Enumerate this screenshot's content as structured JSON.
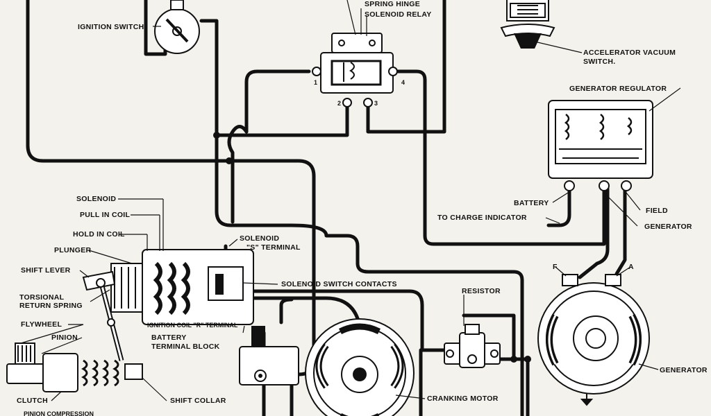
{
  "labels": {
    "ignition_switch": "IGNITION SWITCH",
    "spring_hinge": "SPRING HINGE",
    "solenoid_relay": "SOLENOID RELAY",
    "accelerator_vacuum_1": "ACCELERATOR VACUUM",
    "accelerator_vacuum_2": "SWITCH.",
    "generator_regulator": "GENERATOR REGULATOR",
    "battery": "BATTERY",
    "field": "FIELD",
    "to_charge_indicator": "TO CHARGE INDICATOR",
    "generator_terminal": "GENERATOR",
    "solenoid": "SOLENOID",
    "pull_in_coil": "PULL IN COIL",
    "hold_in_coil": "HOLD IN COIL",
    "plunger": "PLUNGER",
    "shift_lever": "SHIFT LEVER",
    "torsional_1": "TORSIONAL",
    "torsional_2": "RETURN SPRING",
    "flywheel": "FLYWHEEL",
    "pinion": "PINION",
    "clutch": "CLUTCH",
    "pinion_compression": "PINION COMPRESSION",
    "solenoid_s_1": "SOLENOID",
    "solenoid_s_2": "\"S\" TERMINAL",
    "solenoid_switch_contacts": "SOLENOID SWITCH CONTACTS",
    "ignition_coil_r": "IGNITION COIL \"R\" TERMINAL",
    "battery_terminal_1": "BATTERY",
    "battery_terminal_2": "TERMINAL BLOCK",
    "shift_collar": "SHIFT COLLAR",
    "resistor": "RESISTOR",
    "cranking_motor": "CRANKING MOTOR",
    "generator": "GENERATOR",
    "gen_f": "F",
    "gen_a": "A",
    "relay_t1": "1",
    "relay_t2": "2",
    "relay_t3": "3",
    "relay_t4": "4"
  },
  "colors": {
    "ink": "#111111",
    "paper": "#f4f2ec"
  }
}
